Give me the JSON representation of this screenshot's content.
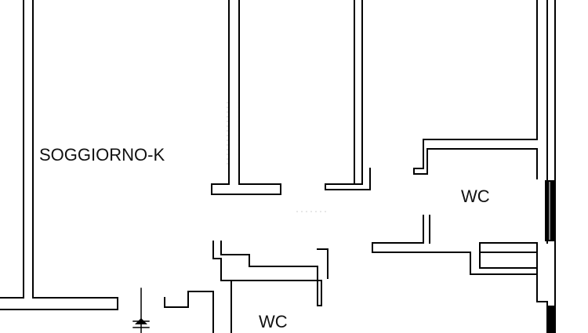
{
  "plan": {
    "rooms": [
      {
        "id": "soggiorno",
        "label": "SOGGIORNO-K"
      },
      {
        "id": "wc-upper",
        "label": "WC"
      },
      {
        "id": "wc-lower",
        "label": "WC"
      }
    ]
  },
  "colors": {
    "wall": "#000000",
    "background": "#ffffff"
  }
}
